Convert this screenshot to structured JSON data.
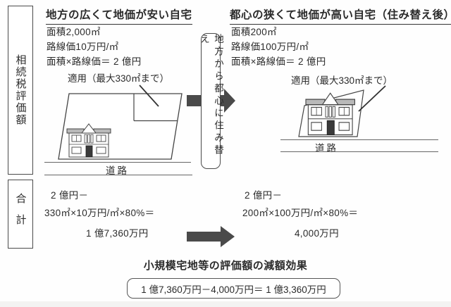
{
  "sidebar": {
    "evaluation_label": "相続税評価額",
    "total_label": "合計"
  },
  "panel_left": {
    "title": "地方の広くて地価が安い自宅",
    "lines": [
      "面積2,000㎡",
      "路線価10万円/㎡",
      "面積×路線価＝ 2 億円"
    ],
    "apply_note": "適用（最大330㎡まで）",
    "road_label": "道路"
  },
  "panel_right": {
    "title": "都心の狭くて地価が高い自宅（住み替え後）",
    "lines": [
      "面積200㎡",
      "路線価100万円/㎡",
      "面積×路線価＝ 2 億円"
    ],
    "apply_note": "適用（最大330㎡まで）",
    "road_label": "道路"
  },
  "transition": {
    "label": "地方から都心に住み替え"
  },
  "totals": {
    "left": {
      "line1": "2 億円－",
      "line2": "330㎡×10万円/㎡×80%＝",
      "result": "1 億7,360万円"
    },
    "right": {
      "line1": "2 億円－",
      "line2": "200㎡×100万円/㎡×80%＝",
      "result": "4,000万円"
    }
  },
  "footer": {
    "caption": "小規模宅地等の評価額の減額効果",
    "formula": "1 億7,360万円－4,000万円＝ 1 億3,360万円"
  },
  "colors": {
    "arrow": "#4a4a4a",
    "line": "#444444",
    "roof": "#b9b9b9"
  }
}
